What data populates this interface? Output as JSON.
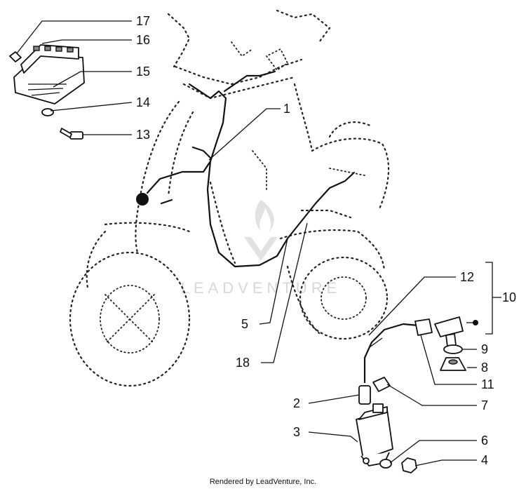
{
  "callouts": [
    {
      "id": "17",
      "label": "17"
    },
    {
      "id": "16",
      "label": "16"
    },
    {
      "id": "15",
      "label": "15"
    },
    {
      "id": "14",
      "label": "14"
    },
    {
      "id": "13",
      "label": "13"
    },
    {
      "id": "1",
      "label": "1"
    },
    {
      "id": "12",
      "label": "12"
    },
    {
      "id": "10",
      "label": "10"
    },
    {
      "id": "9",
      "label": "9"
    },
    {
      "id": "8",
      "label": "8"
    },
    {
      "id": "11",
      "label": "11"
    },
    {
      "id": "7",
      "label": "7"
    },
    {
      "id": "2",
      "label": "2"
    },
    {
      "id": "3",
      "label": "3"
    },
    {
      "id": "6",
      "label": "6"
    },
    {
      "id": "4",
      "label": "4"
    },
    {
      "id": "5",
      "label": "5"
    },
    {
      "id": "18",
      "label": "18"
    }
  ],
  "watermark": "LEADVENTURE",
  "credit": "Rendered by LeadVenture, Inc.",
  "colors": {
    "ink": "#111111",
    "watermark": "#d8d8d8",
    "background": "#ffffff"
  }
}
